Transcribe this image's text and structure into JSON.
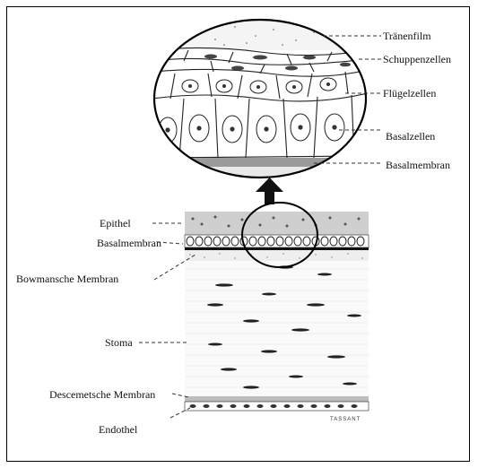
{
  "labels": {
    "traenenfilm": "Tränenfilm",
    "schuppenzellen": "Schuppenzellen",
    "fluegelzellen": "Flügelzellen",
    "basalzellen": "Basalzellen",
    "basalmembran_top": "Basalmembran",
    "epithel": "Epithel",
    "basalmembran_left": "Basalmembran",
    "bowmansche_membran": "Bowmansche Membran",
    "stoma": "Stoma",
    "descemetsche_membran": "Descemetsche Membran",
    "endothel": "Endothel",
    "artist_signature": "TASSANT"
  },
  "colors": {
    "ink": "#111111",
    "paper": "#ffffff"
  }
}
